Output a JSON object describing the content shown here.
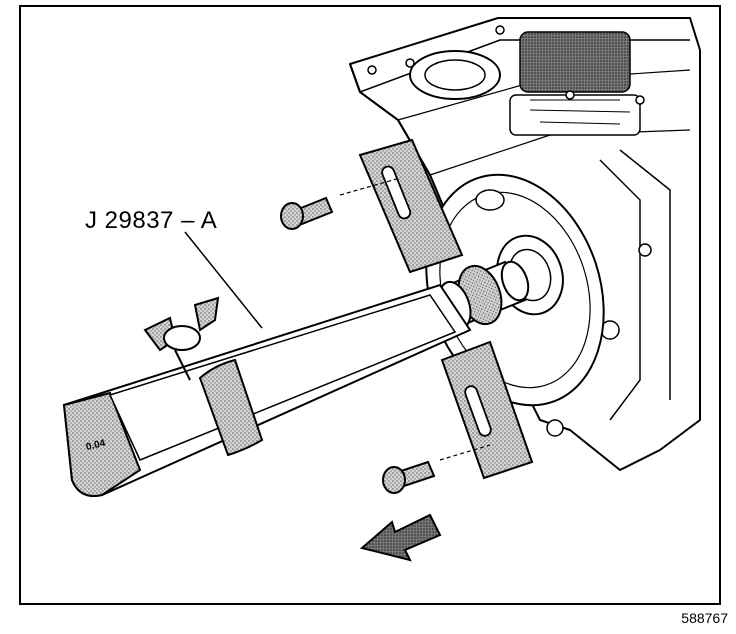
{
  "diagram": {
    "tool_label": "J 29837 – A",
    "figure_number": "588767",
    "gauge_marking": "0.04",
    "removal_direction": "arrow-lower-left"
  },
  "colors": {
    "line": "#000000",
    "background": "#ffffff",
    "stipple": "#b8b8b8"
  }
}
